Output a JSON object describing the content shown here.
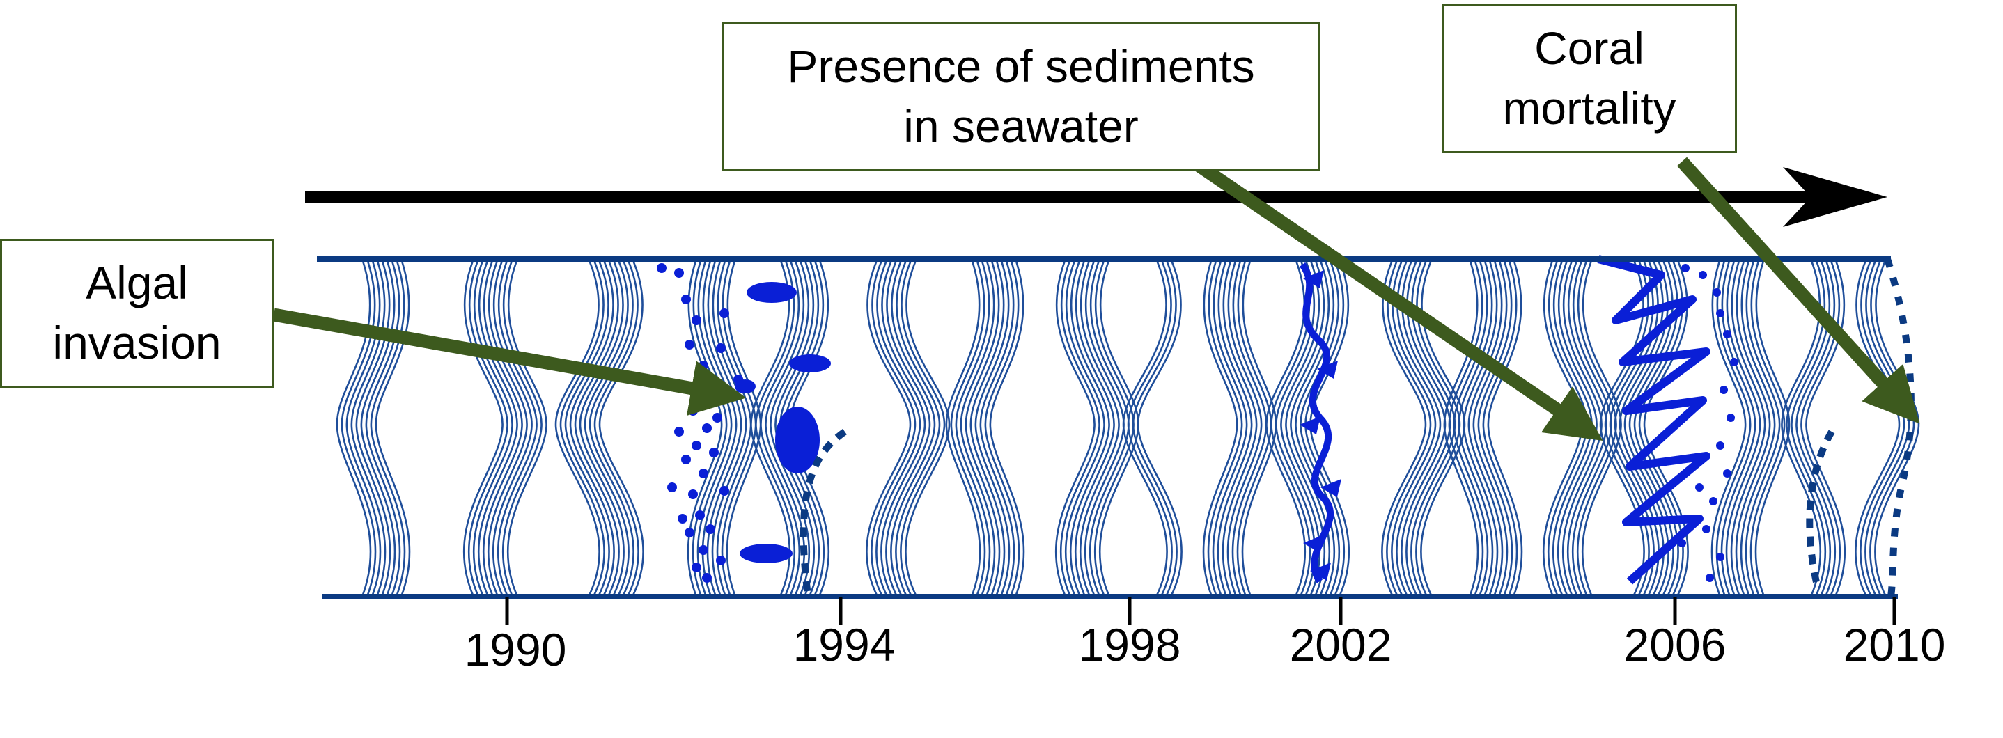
{
  "callouts": {
    "algal": "Algal\ninvasion",
    "sediment": "Presence of sediments\nin seawater",
    "mortality": "Coral\nmortality"
  },
  "years": [
    "1990",
    "1994",
    "1998",
    "2002",
    "2006",
    "2010"
  ],
  "colors": {
    "band": "#1f4e9a",
    "border": "#0b3a82",
    "marks": "#0a1fd6",
    "dark_marks": "#0b3a82",
    "arrow": "#3d5a1e",
    "timeline": "#000000"
  },
  "icons": [
    "timeline-arrow-icon",
    "growth-band-icon",
    "callout-arrow-icon"
  ]
}
